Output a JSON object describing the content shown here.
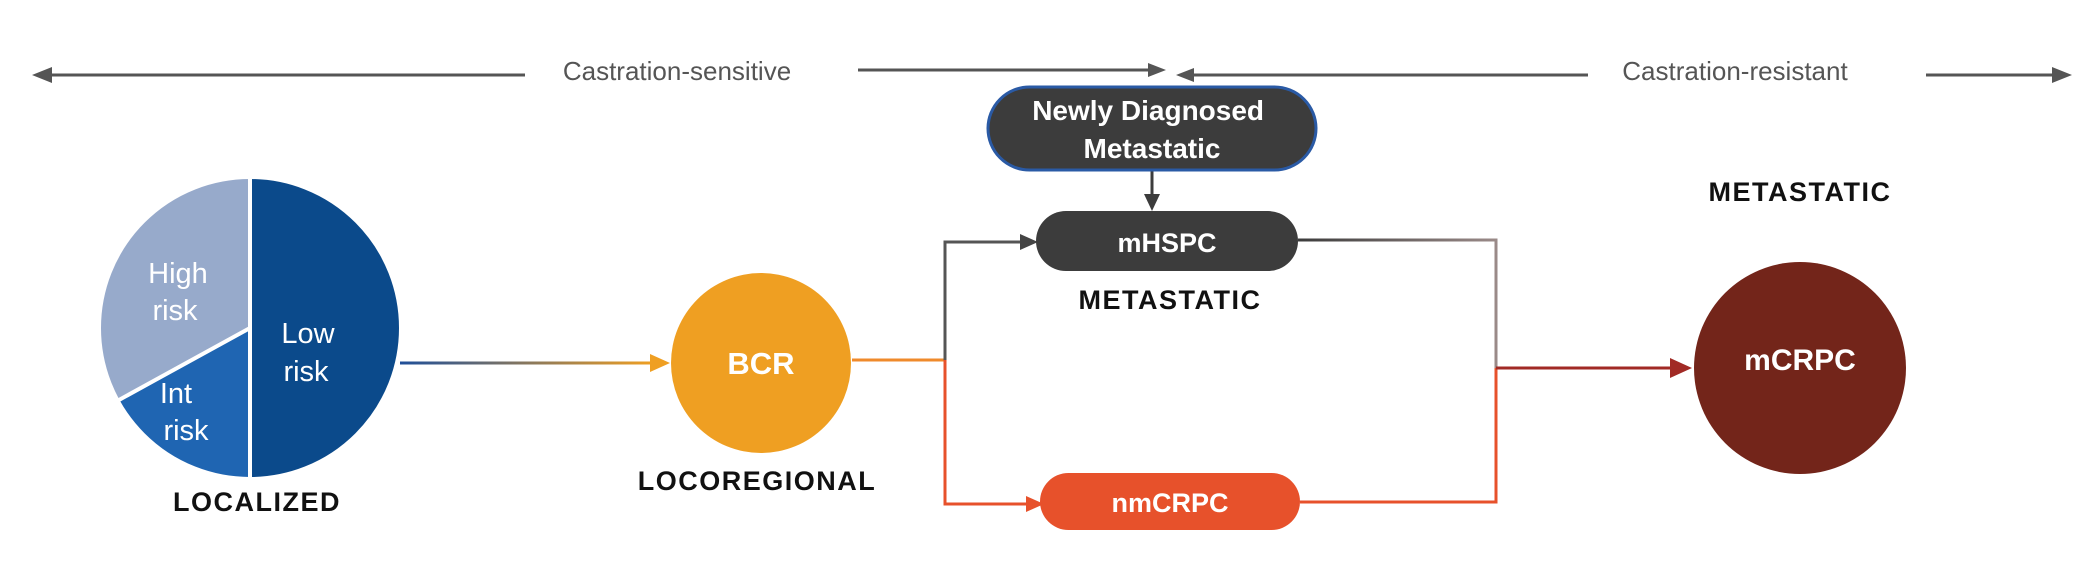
{
  "axis": {
    "left_label": "Castration-sensitive",
    "right_label": "Castration-resistant"
  },
  "localized": {
    "label": "LOCALIZED",
    "pie": [
      {
        "line1": "Low",
        "line2": "risk",
        "share": 0.5,
        "color": "#0b4a8b"
      },
      {
        "line1": "Int",
        "line2": "risk",
        "share": 0.15,
        "color": "#1f65b2"
      },
      {
        "line1": "High",
        "line2": "risk",
        "share": 0.35,
        "color": "#97aacb"
      }
    ]
  },
  "locoregional": {
    "label": "LOCOREGIONAL",
    "node": "BCR",
    "color": "#ef9f22"
  },
  "newly_diagnosed": {
    "line1": "Newly Diagnosed",
    "line2": "Metastatic",
    "color": "#3c3c3c",
    "border": "#2a5aa5"
  },
  "mhspc": {
    "node": "mHSPC",
    "label": "METASTATIC",
    "color": "#3c3c3c"
  },
  "nmcrpc": {
    "node": "nmCRPC",
    "color": "#e7512b"
  },
  "mcrpc": {
    "node": "mCRPC",
    "label": "METASTATIC",
    "color": "#73251a"
  },
  "colors": {
    "axis_line": "#555555",
    "orange_flow": "#ef8a2b",
    "nm_flow": "#e7512b",
    "dark_flow": "#555555",
    "red_flow": "#a12a25"
  }
}
